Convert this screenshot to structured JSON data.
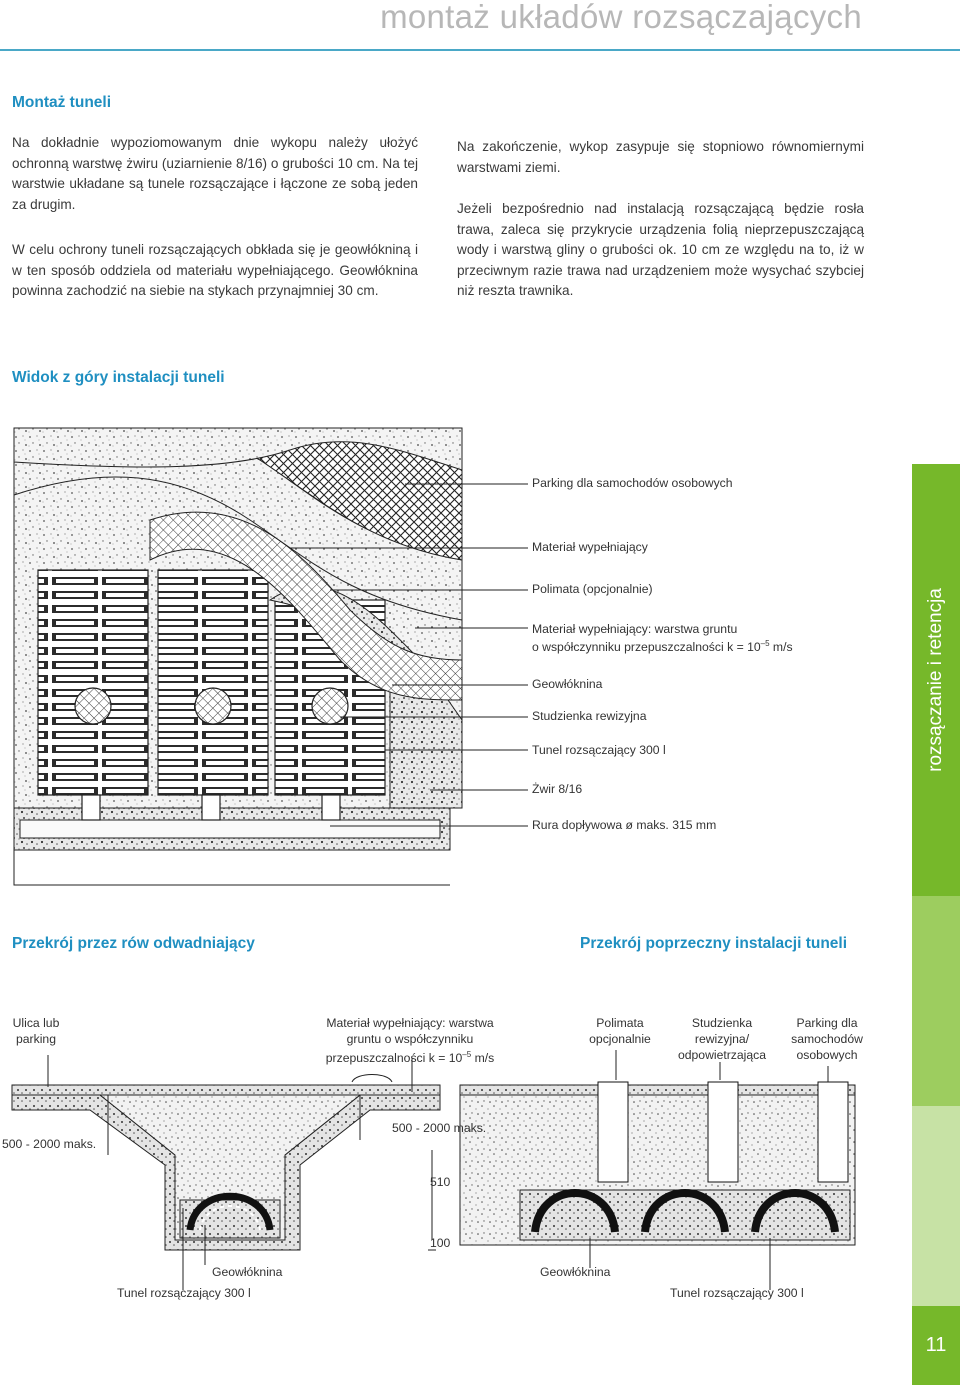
{
  "header": {
    "title": "montaż układów rozsączających"
  },
  "section1": {
    "heading": "Montaż tuneli",
    "left_paragraphs": [
      "Na dokładnie wypoziomowanym dnie wykopu należy ułożyć ochronną warstwę żwiru (uziarnienie 8/16) o grubości 10 cm. Na tej warstwie układane są tunele rozsączające i łączone ze sobą jeden za drugim.",
      "W celu ochrony tuneli rozsączających obkłada się je geowłókniną i w ten sposób oddziela od materiału wypełniającego. Geowłóknina powinna zachodzić na siebie na stykach przynajmniej 30 cm."
    ],
    "right_paragraphs": [
      "Na zakończenie, wykop zasypuje się stopniowo równomiernymi warstwami ziemi.",
      "Jeżeli bezpośrednio nad instalacją rozsączającą będzie rosła trawa, zaleca się przykrycie urządzenia folią nieprzepuszczającą wody i warstwą gliny o grubości ok. 10 cm ze względu na to, iż w przeciwnym razie trawa nad urządzeniem może wysychać szybciej niż reszta trawnika."
    ]
  },
  "plan_view": {
    "heading": "Widok z góry instalacji tuneli",
    "labels": {
      "parking": "Parking dla samochodów osobowych",
      "fill": "Materiał wypełniający",
      "polimata": "Polimata (opcjonalnie)",
      "soil_line1": "Materiał wypełniający: warstwa gruntu",
      "soil_line2_prefix": "o współczynniku przepuszczalności k = 10",
      "soil_exp": "–5",
      "soil_line2_suffix": " m/s",
      "geo": "Geowłóknina",
      "well": "Studzienka rewizyjna",
      "tunnel": "Tunel rozsączający 300 l",
      "gravel": "Żwir 8/16",
      "pipe": "Rura dopływowa ø maks. 315 mm"
    }
  },
  "section_row": {
    "heading": "Przekrój przez rów odwadniający",
    "labels": {
      "street_line1": "Ulica lub",
      "street_line2": "parking",
      "fill_line1": "Materiał wypełniający: warstwa",
      "fill_line2": "gruntu o współczynniku",
      "fill_line3_prefix": "przepuszczalności k = 10",
      "fill_exp": "–5",
      "fill_line3_suffix": " m/s",
      "dim_left": "500 - 2000 maks.",
      "dim_mid": "500 - 2000 maks.",
      "dim_510": "510",
      "dim_100": "100",
      "geo": "Geowłóknina",
      "tunnel": "Tunel rozsączający 300 l"
    }
  },
  "section_cross": {
    "heading": "Przekrój poprzeczny instalacji tuneli",
    "labels": {
      "polimata_line1": "Polimata",
      "polimata_line2": "opcjonalnie",
      "well_line1": "Studzienka",
      "well_line2": "rewizyjna/",
      "well_line3": "odpowietrzająca",
      "parking_line1": "Parking dla",
      "parking_line2": "samochodów",
      "parking_line3": "osobowych",
      "geo": "Geowłóknina",
      "tunnel": "Tunel rozsączający 300 l"
    }
  },
  "sidebar": {
    "label": "rozsączanie i retencja",
    "page_number": "11"
  },
  "colors": {
    "accent_blue": "#1f8fc1",
    "header_rule": "#4aa8c7",
    "sidebar_green": "#76b82a",
    "header_grey": "#b7b7b7"
  }
}
